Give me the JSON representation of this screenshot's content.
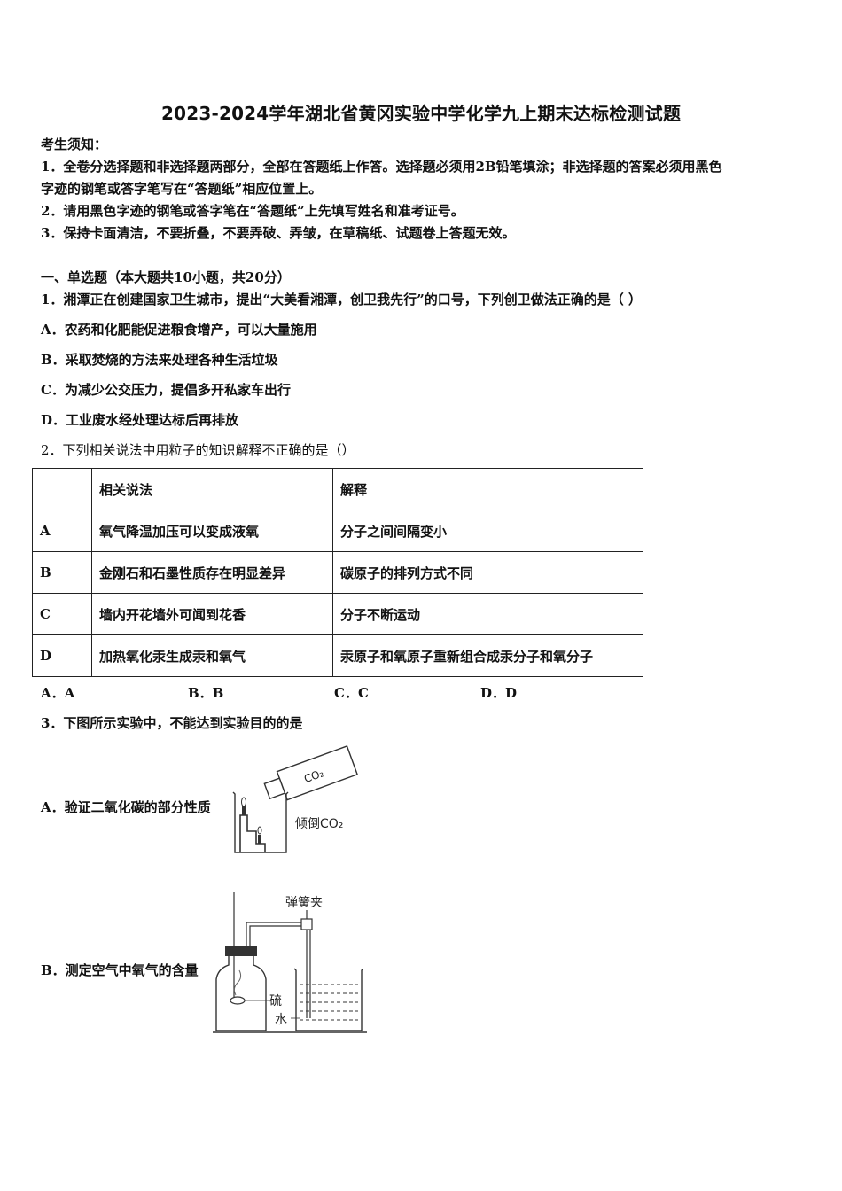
{
  "title": "2023-2024学年湖北省黄冈实验中学化学九上期末达标检测试题",
  "notice": {
    "heading": "考生须知：",
    "items": [
      "1．全卷分选择题和非选择题两部分，全部在答题纸上作答。选择题必须用2B铅笔填涂；非选择题的答案必须用黑色",
      "字迹的钢笔或答字笔写在“答题纸”相应位置上。",
      "2．请用黑色字迹的钢笔或答字笔在“答题纸”上先填写姓名和准考证号。",
      "3．保持卡面清洁，不要折叠，不要弄破、弄皱，在草稿纸、试题卷上答题无效。"
    ]
  },
  "section1": "一、单选题（本大题共10小题，共20分）",
  "q1": {
    "stem": "1．湘潭正在创建国家卫生城市，提出“大美看湘潭，创卫我先行”的口号，下列创卫做法正确的是（    ）",
    "options": [
      "A．农药和化肥能促进粮食增产，可以大量施用",
      "B．采取焚烧的方法来处理各种生活垃圾",
      "C．为减少公交压力，提倡多开私家车出行",
      "D．工业废水经处理达标后再排放"
    ]
  },
  "q2": {
    "stem": "2．下列相关说法中用粒子的知识解释不正确的是（）",
    "headers": [
      "",
      "相关说法",
      "解释"
    ],
    "rows": [
      [
        "A",
        "氧气降温加压可以变成液氧",
        "分子之间间隔变小"
      ],
      [
        "B",
        "金刚石和石墨性质存在明显差异",
        "碳原子的排列方式不同"
      ],
      [
        "C",
        "墙内开花墙外可闻到花香",
        "分子不断运动"
      ],
      [
        "D",
        "加热氧化汞生成汞和氧气",
        "汞原子和氧原子重新组合成汞分子和氧分子"
      ]
    ],
    "options": [
      "A．A",
      "B．B",
      "C．C",
      "D．D"
    ]
  },
  "q3": {
    "stem": "3．下图所示实验中，不能达到实验目的的是",
    "optionA": "A．验证二氧化碳的部分性质",
    "optionB": "B．测定空气中氧气的含量",
    "figA": {
      "bottle_label": "CO₂",
      "caption": "倾倒CO₂"
    },
    "figB": {
      "clamp_label": "弹簧夹",
      "sulfur_label": "硫",
      "water_label": "水"
    }
  }
}
